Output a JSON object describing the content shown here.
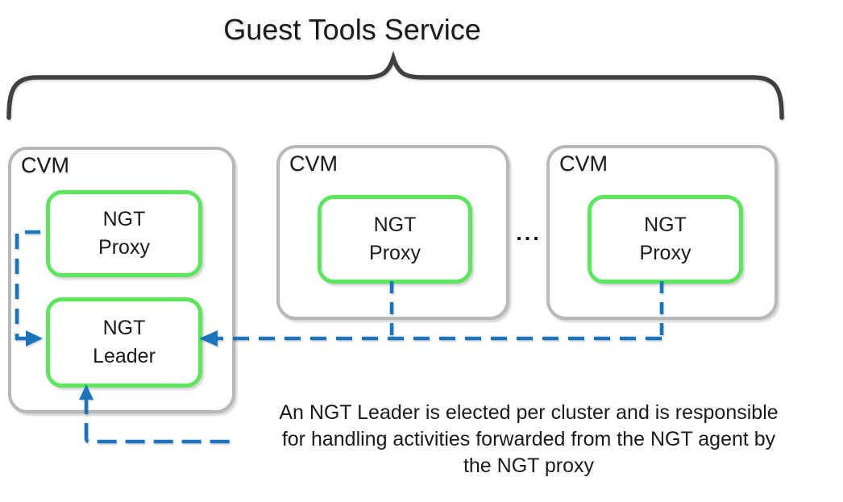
{
  "title": "Guest Tools Service",
  "colors": {
    "green": "#5ce65c",
    "gray_border": "#b8b8b8",
    "blue": "#1b75bc",
    "brace": "#404040",
    "text": "#1a1a1a"
  },
  "cvms": [
    {
      "label": "CVM",
      "proxy": "NGT\nProxy",
      "leader": "NGT\nLeader"
    },
    {
      "label": "CVM",
      "proxy": "NGT\nProxy"
    },
    {
      "label": "CVM",
      "proxy": "NGT\nProxy"
    }
  ],
  "ellipsis": "...",
  "annotation": {
    "lines": [
      "An NGT Leader is elected per cluster and is responsible",
      "for handling activities forwarded from the NGT agent by",
      "the NGT proxy"
    ]
  }
}
